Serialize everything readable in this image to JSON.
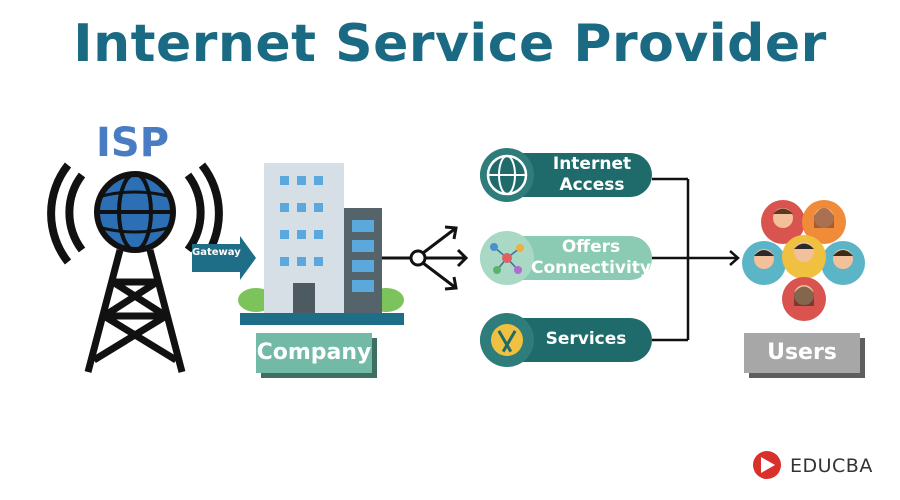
{
  "title": "Internet Service Provider",
  "isp": "ISP",
  "gateway": "Gateway",
  "company": "Company",
  "services": [
    {
      "line1": "Internet",
      "line2": "Access",
      "icon": "globe-icon"
    },
    {
      "line1": "Offers",
      "line2": "Connectivity",
      "icon": "network-icon"
    },
    {
      "line1": "Services",
      "line2": "",
      "icon": "tools-icon"
    }
  ],
  "users": "Users",
  "brand": "EDUCBA",
  "colors": {
    "title": "#1a6a84",
    "isp": "#4a7cc4",
    "pill_dark": "#1f6b6b",
    "pill_light": "#8ccbb3",
    "company_box": "#72b9a6",
    "users_box": "#a7a7a7",
    "gateway_arrow": "#1f6e88"
  }
}
